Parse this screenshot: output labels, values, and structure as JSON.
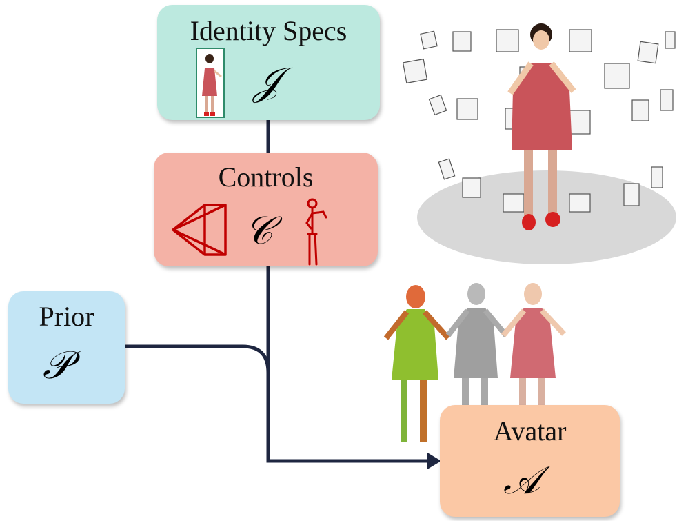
{
  "colors": {
    "identity_box": "#bce9df",
    "controls_box": "#f4b2a6",
    "prior_box": "#c3e5f5",
    "avatar_box": "#fbc8a5",
    "connector": "#1e2640",
    "glyph_red": "#c00000"
  },
  "identity": {
    "title": "Identity Specs",
    "symbol": "𝒥"
  },
  "controls": {
    "title": "Controls",
    "symbol": "𝒞",
    "icons": [
      "camera-frustum-icon",
      "skeleton-pose-icon"
    ]
  },
  "prior": {
    "title": "Prior",
    "symbol": "𝒫"
  },
  "avatar": {
    "title": "Avatar",
    "symbol": "𝒜"
  },
  "illustrations": [
    "multi-view-capture-scene",
    "rendered-avatar-variants",
    "identity-reference-thumbnail"
  ]
}
